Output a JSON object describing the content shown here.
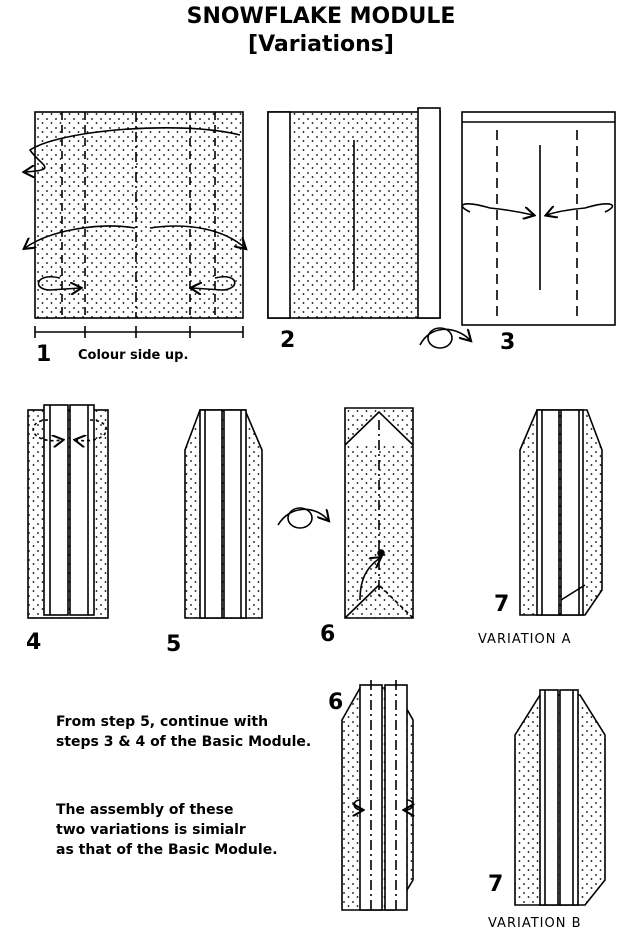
{
  "title": "SNOWFLAKE MODULE",
  "subtitle": "[Variations]",
  "steps": {
    "s1": "1",
    "s1_caption": "Colour side up.",
    "s2": "2",
    "s3": "3",
    "s4": "4",
    "s5": "5",
    "s6": "6",
    "s7a": "7",
    "variation_a": "VARIATION A",
    "s6b": "6",
    "s7b": "7",
    "variation_b": "VARIATION B"
  },
  "notes": {
    "continue": [
      "From step 5, continue with",
      "steps 3 & 4 of the Basic Module."
    ],
    "assembly": [
      "The assembly of these",
      "two variations is simialr",
      "as that of the Basic Module."
    ]
  }
}
